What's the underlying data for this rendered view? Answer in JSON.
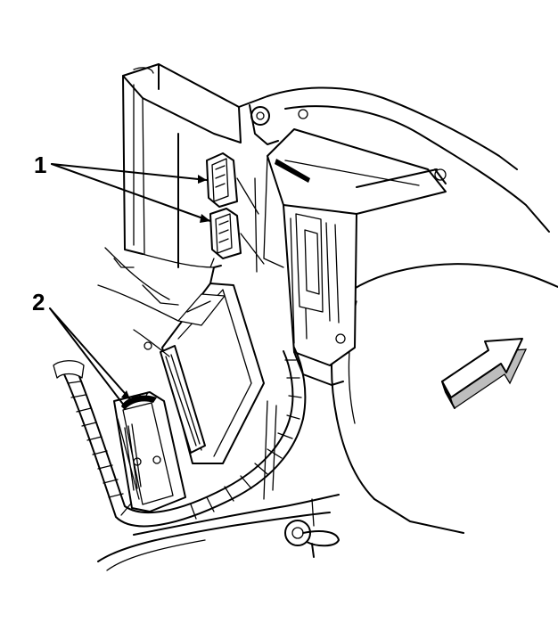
{
  "callouts": [
    {
      "label": "1",
      "refers_to": "harness-connectors-upper"
    },
    {
      "label": "2",
      "refers_to": "harness-connectors-lower"
    }
  ],
  "colors": {
    "line": "#000000",
    "background": "#ffffff",
    "arrow_shade": "#bdbdbd"
  },
  "icons": {
    "direction_arrow": "forward-arrow-icon"
  }
}
